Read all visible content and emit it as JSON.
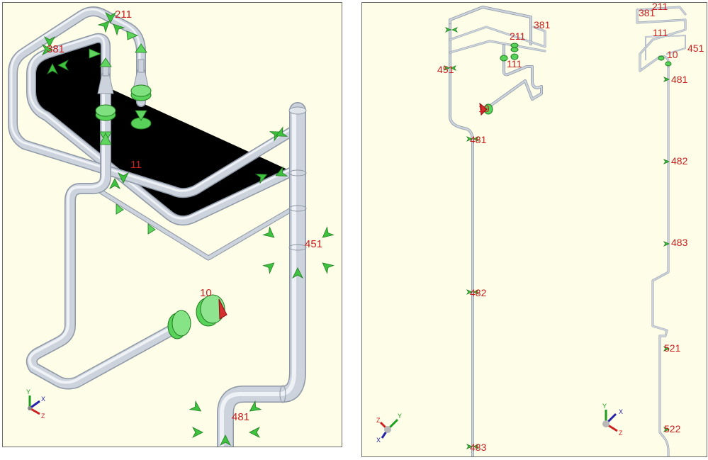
{
  "left_view": {
    "node_labels": [
      "211",
      "381",
      "11",
      "451",
      "10",
      "481"
    ],
    "axis": {
      "y": "Y",
      "x": "X",
      "z": "Z"
    }
  },
  "right_view": {
    "node_labels": [
      "381",
      "211",
      "451",
      "111",
      "10",
      "481",
      "482",
      "483",
      "381",
      "211",
      "111",
      "451",
      "10",
      "481",
      "482",
      "483",
      "521",
      "522"
    ],
    "axis_a": {
      "y": "Y",
      "x": "X",
      "z": "Z"
    },
    "axis_b": {
      "y": "Y",
      "x": "X",
      "z": "Z"
    }
  },
  "colors": {
    "background": "#fdfde8",
    "pipe": "#ccd3dc",
    "support": "#3fc23f",
    "label": "#c81e1e"
  }
}
